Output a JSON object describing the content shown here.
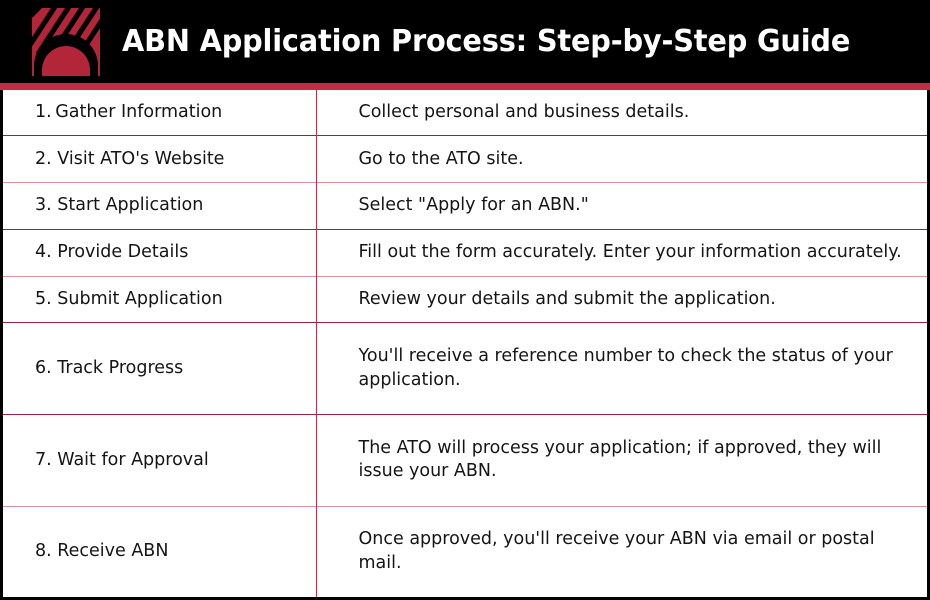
{
  "header": {
    "title": "ABN Application Process: Step-by-Step Guide",
    "logo_name": "striped-arch-logo",
    "background_color": "#000000",
    "title_color": "#FFFFFF",
    "accent_color": "#C22B44",
    "logo_red": "#B32639"
  },
  "table": {
    "divider_dark": "#9E2040",
    "divider_light": "#DE909B",
    "column_divider": "#B8324C",
    "frame_color": "#000000",
    "rows": [
      {
        "step": "1. Gather Information",
        "description": "Collect personal and business details."
      },
      {
        "step": "2. Visit ATO's Website",
        "description": " Go to the ATO site."
      },
      {
        "step": "3. Start Application",
        "description": "Select \"Apply for an ABN.\""
      },
      {
        "step": "4. Provide Details",
        "description": "Fill out the form accurately. Enter your information accurately."
      },
      {
        "step": "5. Submit Application",
        "description": "Review your details and submit the application."
      },
      {
        "step": "6. Track Progress",
        "description": "You'll receive a reference number to check the status of your application."
      },
      {
        "step": "7. Wait for Approval",
        "description": "The ATO will process your application; if approved, they will issue your ABN."
      },
      {
        "step": "8. Receive ABN",
        "description": "Once approved, you'll receive your ABN via email or postal mail."
      }
    ]
  }
}
